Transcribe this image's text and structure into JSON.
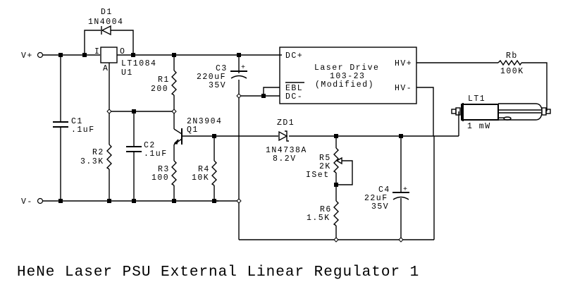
{
  "title": "HeNe Laser PSU External Linear Regulator 1",
  "terminals": {
    "vplus": "V+",
    "vminus": "V-"
  },
  "components": {
    "D1": {
      "ref": "D1",
      "value": "1N4004"
    },
    "U1": {
      "ref": "U1",
      "value": "LT1084",
      "pin_in": "I",
      "pin_out": "O",
      "pin_adj": "A"
    },
    "C1": {
      "ref": "C1",
      "value": ".1uF"
    },
    "R1": {
      "ref": "R1",
      "value": "200"
    },
    "R2": {
      "ref": "R2",
      "value": "3.3K"
    },
    "C2": {
      "ref": "C2",
      "value": ".1uF"
    },
    "Q1": {
      "ref": "Q1",
      "value": "2N3904"
    },
    "R3": {
      "ref": "R3",
      "value": "100"
    },
    "R4": {
      "ref": "R4",
      "value": "10K"
    },
    "C3": {
      "ref": "C3",
      "value": "220uF",
      "voltage": "35V",
      "polarity": "+"
    },
    "ZD1": {
      "ref": "ZD1",
      "value": "1N4738A",
      "voltage": "8.2V"
    },
    "R5": {
      "ref": "R5",
      "value": "2K",
      "function": "ISet"
    },
    "R6": {
      "ref": "R6",
      "value": "1.5K"
    },
    "C4": {
      "ref": "C4",
      "value": "22uF",
      "voltage": "35V",
      "polarity": "+"
    },
    "Rb": {
      "ref": "Rb",
      "value": "100K"
    },
    "LT1": {
      "ref": "LT1",
      "value": "1 mW"
    }
  },
  "laser_drive": {
    "line1": "Laser Drive",
    "line2": "103-23",
    "line3": "(Modified)",
    "pin_dcplus": "DC+",
    "pin_ebl": "EBL",
    "pin_dcminus": "DC-",
    "pin_hvplus": "HV+",
    "pin_hvminus": "HV-"
  }
}
